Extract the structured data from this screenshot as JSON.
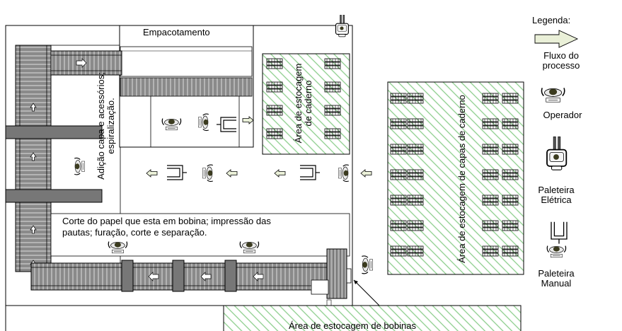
{
  "labels": {
    "empacotamento": "Empacotamento",
    "adicao_line1": "Adição capa e acessórios;",
    "adicao_line2": "espiralização.",
    "estocagem_caderno_line1": "Área de estocagem",
    "estocagem_caderno_line2": "de caderno",
    "estocagem_capas": "Área de estocagem de capas de caderno",
    "corte_line1": "Corte do papel que esta em bobina; impressão das",
    "corte_line2": "pautas; furação, corte e separação.",
    "estocagem_bobinas": "Área de estocagem de bobinas"
  },
  "legend": {
    "title": "Legenda:",
    "fluxo_line1": "Fluxo do",
    "fluxo_line2": "processo",
    "operador": "Operador",
    "paleteira_eletrica_line1": "Paleteira",
    "paleteira_eletrica_line2": "Elétrica",
    "paleteira_manual_line1": "Paleteira",
    "paleteira_manual_line2": "Manual"
  },
  "icon_names": [
    "flow-arrow-icon",
    "operator-icon",
    "electric-pallet-jack-icon",
    "manual-pallet-jack-icon",
    "roll-stack-icon"
  ],
  "colors": {
    "hatch": "#8fcf8f",
    "conveyor": "#777777",
    "arrow_fill": "#ffffff",
    "flow_arrow": "#eaf0d8"
  }
}
